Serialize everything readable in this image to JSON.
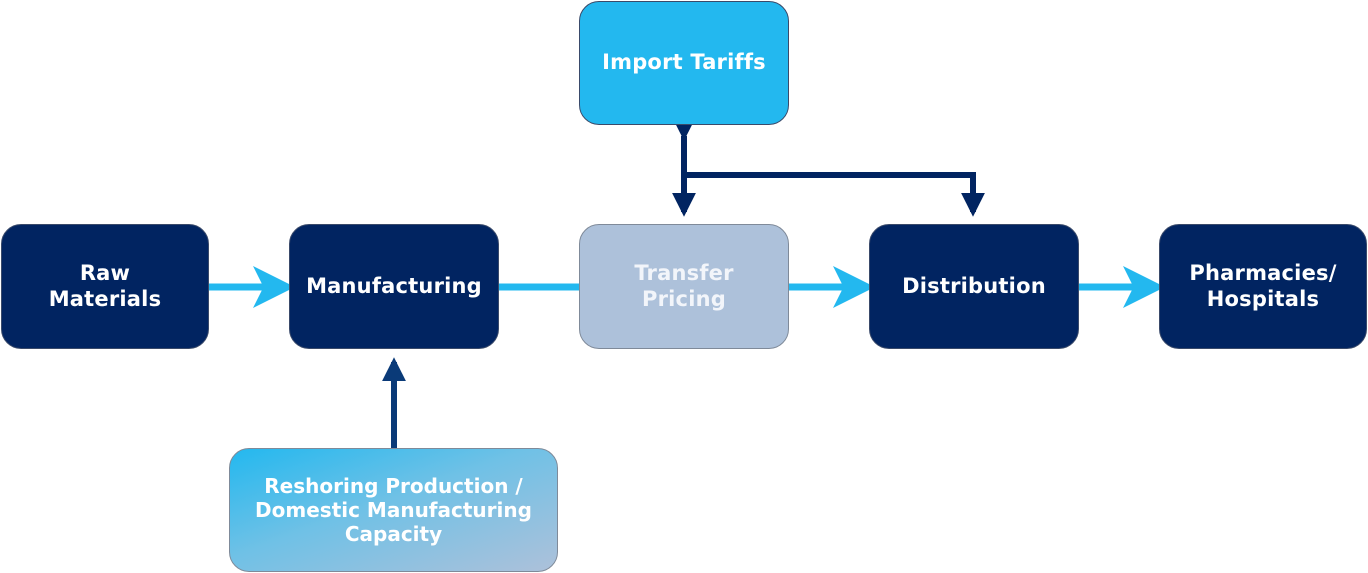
{
  "diagram": {
    "nodes": [
      {
        "id": "raw_materials",
        "label": "Raw\nMaterials",
        "style": "dark"
      },
      {
        "id": "manufacturing",
        "label": "Manufacturing",
        "style": "dark"
      },
      {
        "id": "transfer_pricing",
        "label": "Transfer\nPricing",
        "style": "gray-blue"
      },
      {
        "id": "distribution",
        "label": "Distribution",
        "style": "dark"
      },
      {
        "id": "pharmacies_hospitals",
        "label": "Pharmacies/\nHospitals",
        "style": "dark"
      },
      {
        "id": "import_tariffs",
        "label": "Import Tariffs",
        "style": "light-blue"
      },
      {
        "id": "reshoring",
        "label": "Reshoring Production /\nDomestic Manufacturing\nCapacity",
        "style": "gradient"
      }
    ],
    "edges": [
      {
        "from": "raw_materials",
        "to": "manufacturing",
        "type": "arrow",
        "color": "#23b8ef"
      },
      {
        "from": "manufacturing",
        "to": "transfer_pricing",
        "type": "line",
        "color": "#23b8ef"
      },
      {
        "from": "transfer_pricing",
        "to": "distribution",
        "type": "arrow",
        "color": "#23b8ef"
      },
      {
        "from": "distribution",
        "to": "pharmacies_hospitals",
        "type": "arrow",
        "color": "#23b8ef"
      },
      {
        "from": "import_tariffs",
        "to": "transfer_pricing",
        "type": "bidirectional",
        "color": "#012461"
      },
      {
        "from": "import_tariffs",
        "to": "distribution",
        "type": "elbow-arrow",
        "color": "#012461"
      },
      {
        "from": "reshoring",
        "to": "manufacturing",
        "type": "arrow",
        "color": "#0a3a78"
      }
    ],
    "colors": {
      "dark_navy": "#012461",
      "sky_blue": "#23b8ef",
      "gray_blue": "#adc1da"
    }
  }
}
